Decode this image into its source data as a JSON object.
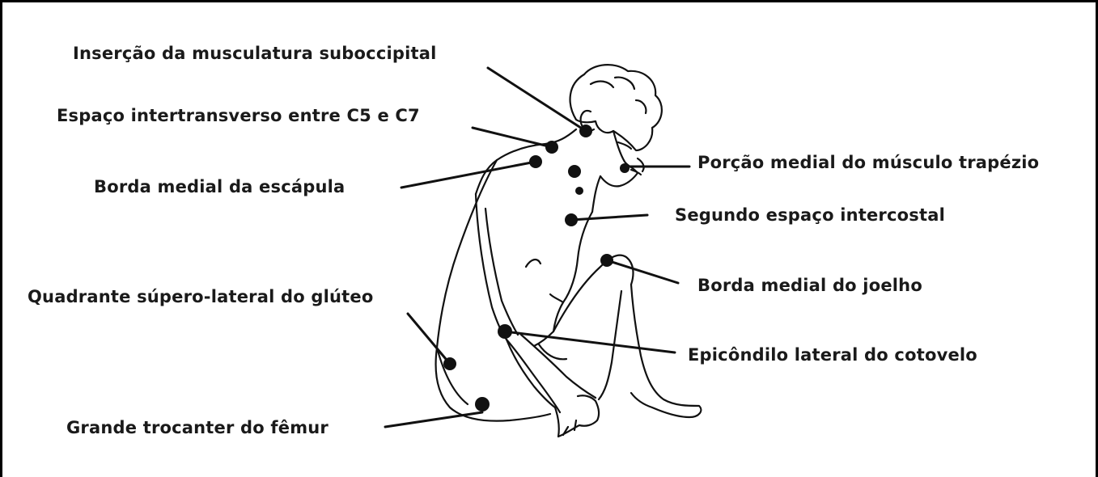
{
  "figure": {
    "labels": {
      "suboccipital": "Inserção da musculatura suboccipital",
      "c5_c7": "Espaço intertransverso entre C5 e C7",
      "escapula": "Borda medial da escápula",
      "trapezio": "Porção medial do músculo trapézio",
      "intercostal": "Segundo espaço intercostal",
      "joelho": "Borda medial do joelho",
      "gluteo": "Quadrante súpero-lateral do glúteo",
      "cotovelo": "Epicôndilo lateral do cotovelo",
      "femur": "Grande trocanter do fêmur"
    },
    "colors": {
      "ink": "#111111",
      "text": "#1a1a1a"
    }
  }
}
